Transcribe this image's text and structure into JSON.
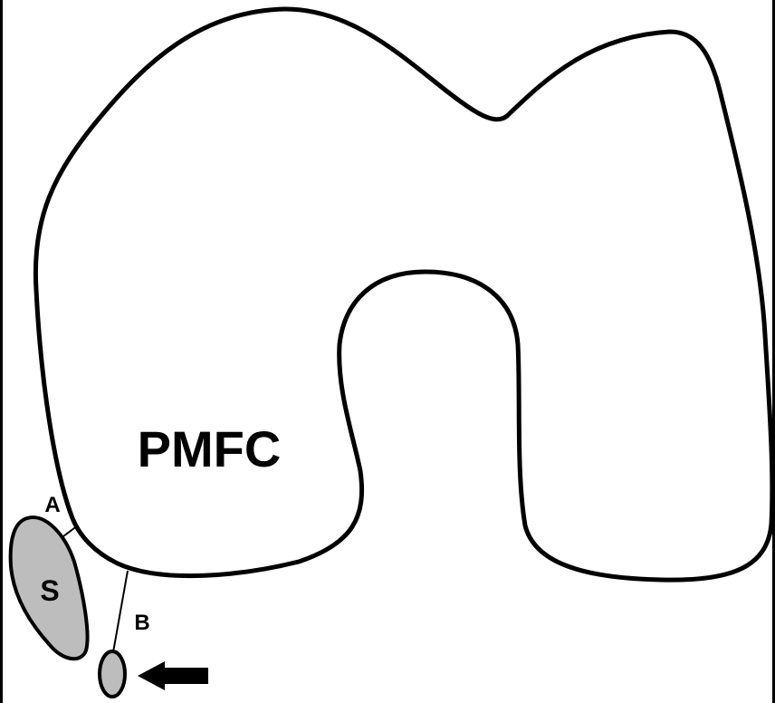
{
  "colors": {
    "frame": "#000000",
    "background": "#ffffff",
    "outline": "#000000",
    "structure_fill": "#bdbdbd",
    "arrow": "#000000"
  },
  "labels": {
    "main": "PMFC",
    "structure_s": "S",
    "distance_a": "A",
    "distance_b": "B"
  },
  "icons": {
    "pointer": "arrow-left-icon"
  }
}
